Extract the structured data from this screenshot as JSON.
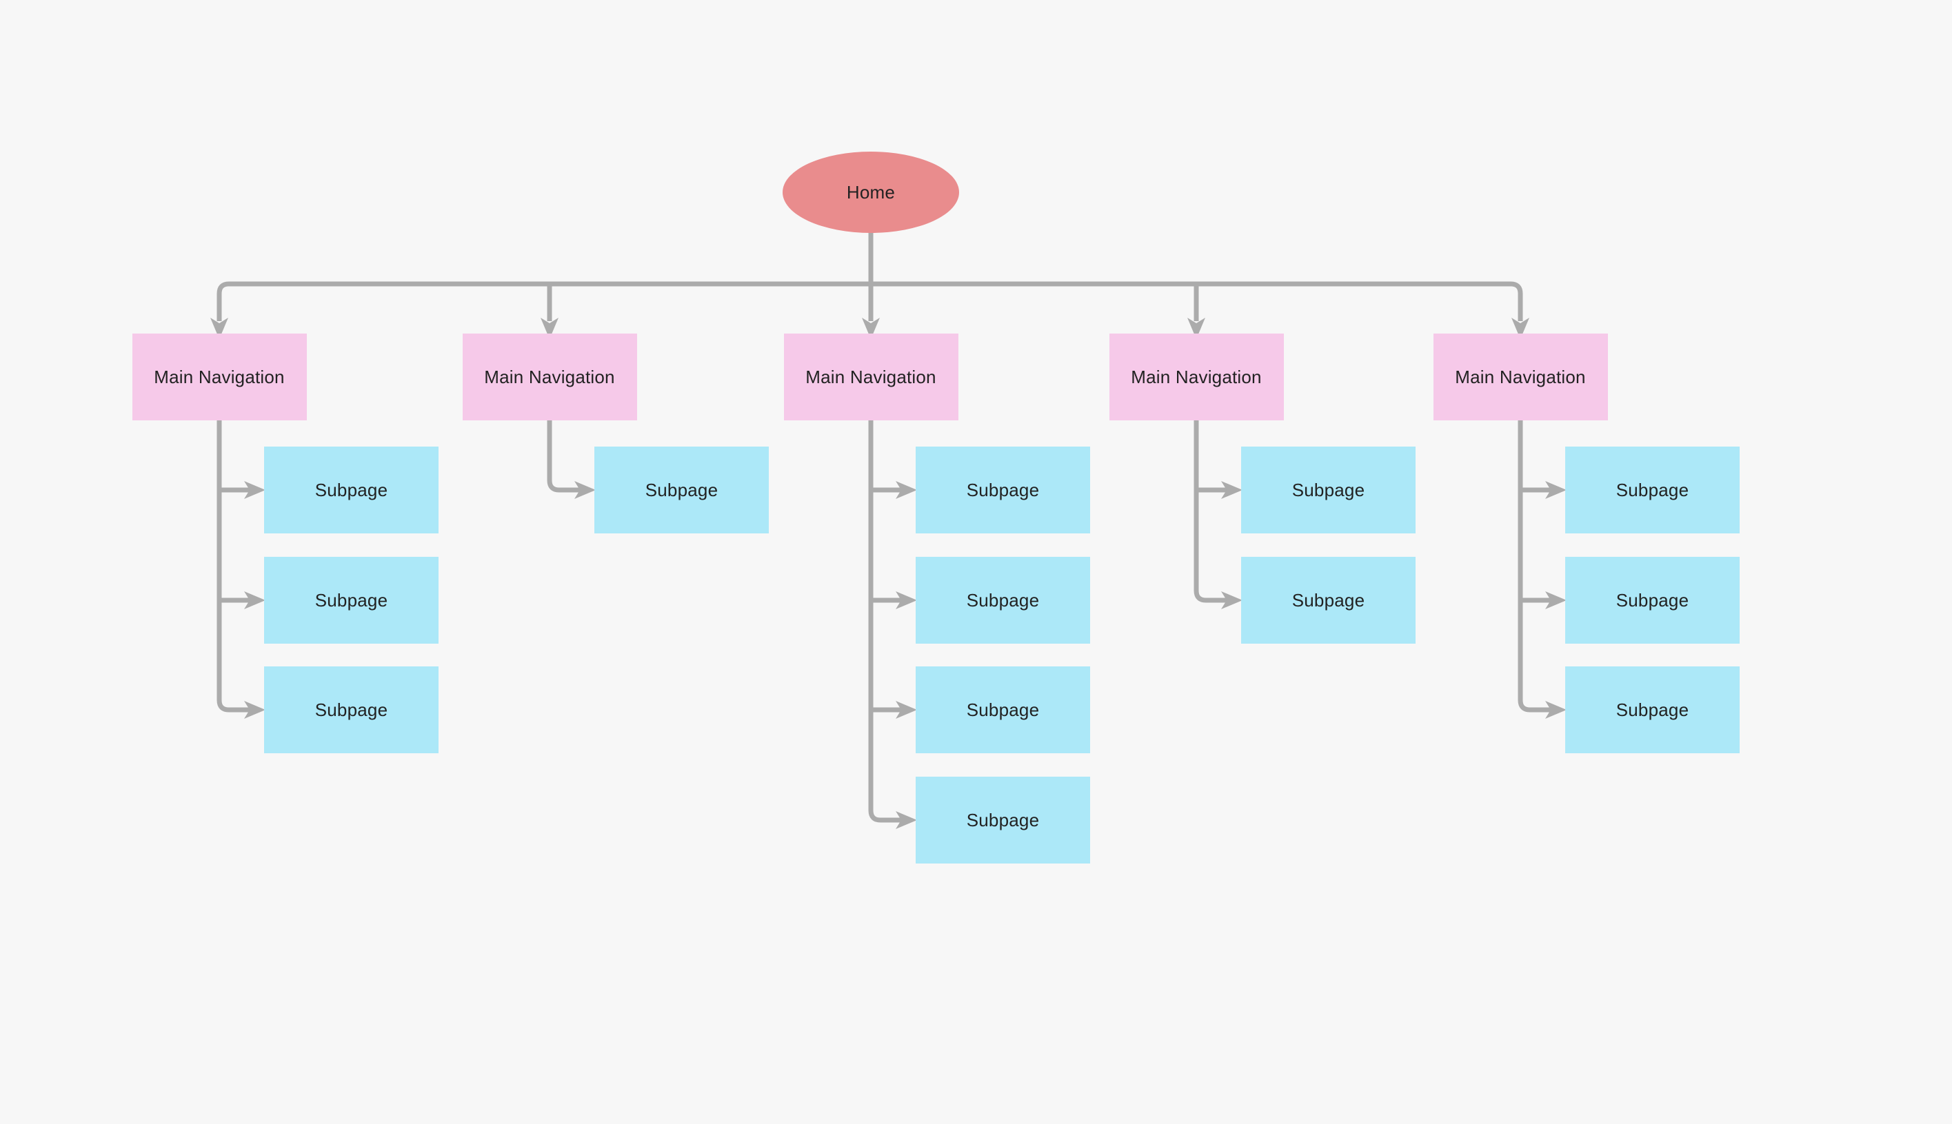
{
  "diagram": {
    "type": "sitemap-flowchart",
    "root": {
      "label": "Home"
    },
    "columns": [
      {
        "label": "Main Navigation",
        "subpages": [
          "Subpage",
          "Subpage",
          "Subpage"
        ]
      },
      {
        "label": "Main Navigation",
        "subpages": [
          "Subpage"
        ]
      },
      {
        "label": "Main Navigation",
        "subpages": [
          "Subpage",
          "Subpage",
          "Subpage",
          "Subpage"
        ]
      },
      {
        "label": "Main Navigation",
        "subpages": [
          "Subpage",
          "Subpage"
        ]
      },
      {
        "label": "Main Navigation",
        "subpages": [
          "Subpage",
          "Subpage",
          "Subpage"
        ]
      }
    ]
  },
  "colors": {
    "background": "#f7f7f7",
    "home_fill": "#e98c8d",
    "main_nav_fill": "#f6c9e9",
    "subpage_fill": "#ace8f8",
    "connector": "#ababab",
    "text": "#222222"
  }
}
